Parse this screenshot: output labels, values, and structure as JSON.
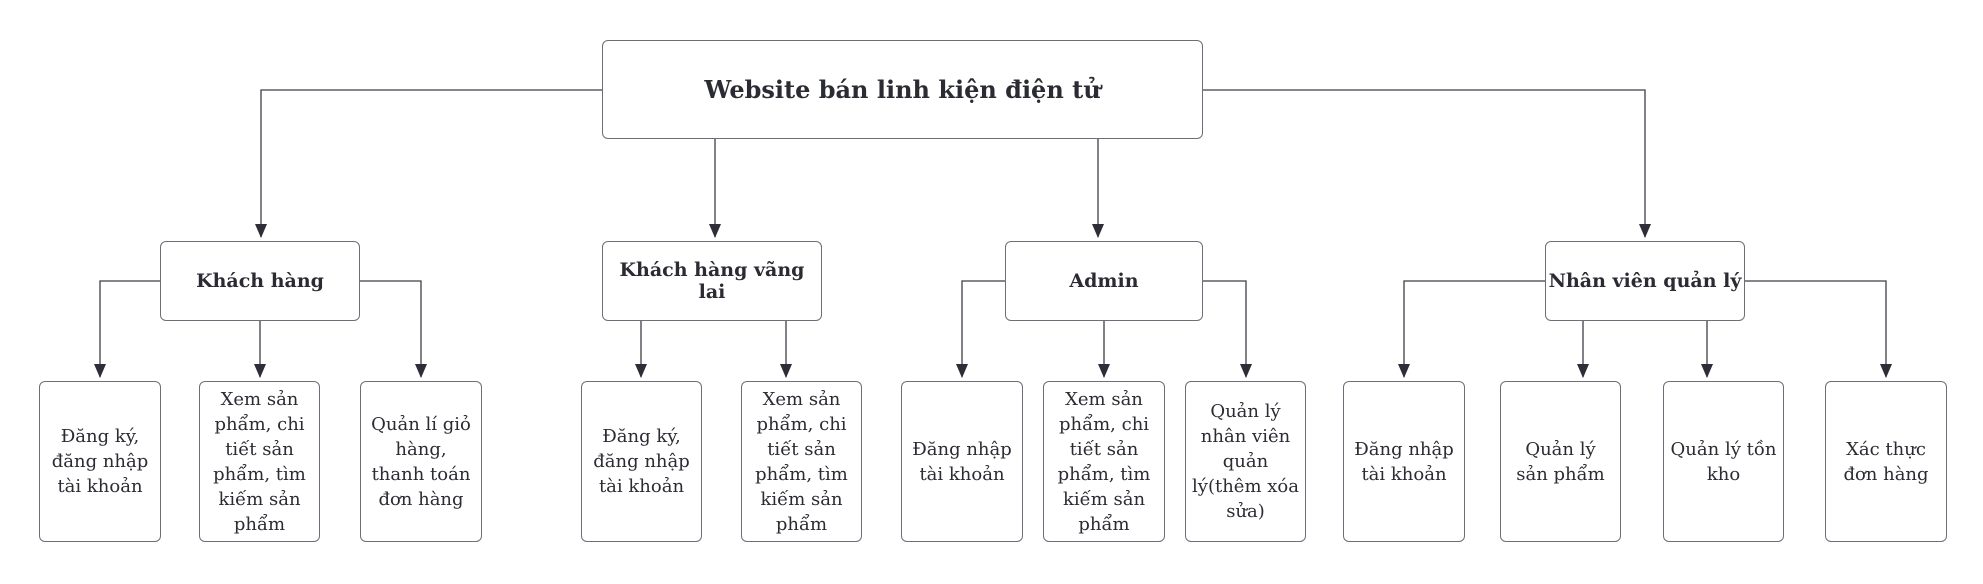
{
  "root": {
    "label": "Website bán linh kiện điện tử"
  },
  "categories": [
    {
      "label": "Khách hàng",
      "children": [
        "Đăng ký, đăng nhập tài khoản",
        "Xem sản phẩm, chi tiết sản phẩm, tìm kiếm sản phẩm",
        "Quản lí giỏ hàng, thanh toán đơn hàng"
      ]
    },
    {
      "label": "Khách hàng vãng lai",
      "children": [
        "Đăng ký, đăng nhập tài khoản",
        "Xem sản phẩm, chi tiết sản phẩm, tìm kiếm sản phẩm"
      ]
    },
    {
      "label": "Admin",
      "children": [
        "Đăng nhập tài khoản",
        "Xem sản phẩm, chi tiết sản phẩm, tìm kiếm sản phẩm",
        "Quản lý nhân viên quản lý(thêm xóa sửa)"
      ]
    },
    {
      "label": "Nhân viên quản lý",
      "children": [
        "Đăng nhập tài khoản",
        "Quản lý sản phẩm",
        "Quản lý tồn kho",
        "Xác thực đơn hàng"
      ]
    }
  ]
}
